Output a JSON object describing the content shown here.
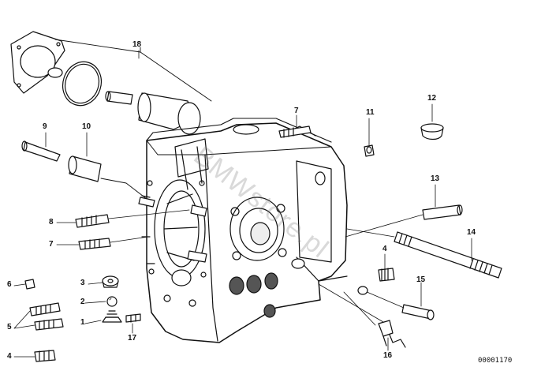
{
  "watermark": "BMWstore.pl",
  "reference_number": "00001170",
  "callouts": {
    "p1": "1",
    "p2": "2",
    "p3": "3",
    "p4a": "4",
    "p4b": "4",
    "p5": "5",
    "p6": "6",
    "p7a": "7",
    "p7b": "7",
    "p8": "8",
    "p9": "9",
    "p10": "10",
    "p11": "11",
    "p12": "12",
    "p13": "13",
    "p14": "14",
    "p15": "15",
    "p16": "16",
    "p17": "17",
    "p18": "18"
  },
  "colors": {
    "line": "#111111",
    "shade": "#555555",
    "watermark": "#9a9a9a"
  }
}
